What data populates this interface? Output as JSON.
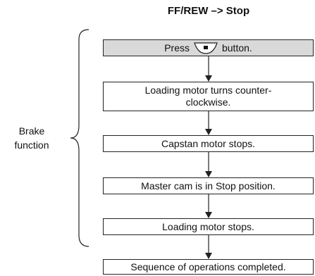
{
  "title": "FF/REW –> Stop",
  "brace_label": {
    "line1": "Brake",
    "line2": "function"
  },
  "steps": [
    {
      "before": "Press",
      "icon": "stop-button-icon",
      "after": "button."
    },
    {
      "text": "Loading motor turns counter-clockwise."
    },
    {
      "text": "Capstan motor stops."
    },
    {
      "text": "Master cam is in Stop position."
    },
    {
      "text": "Loading motor stops."
    },
    {
      "text": "Sequence of operations completed."
    }
  ],
  "colors": {
    "highlight_box": "#d9d9d9",
    "line": "#222222"
  }
}
